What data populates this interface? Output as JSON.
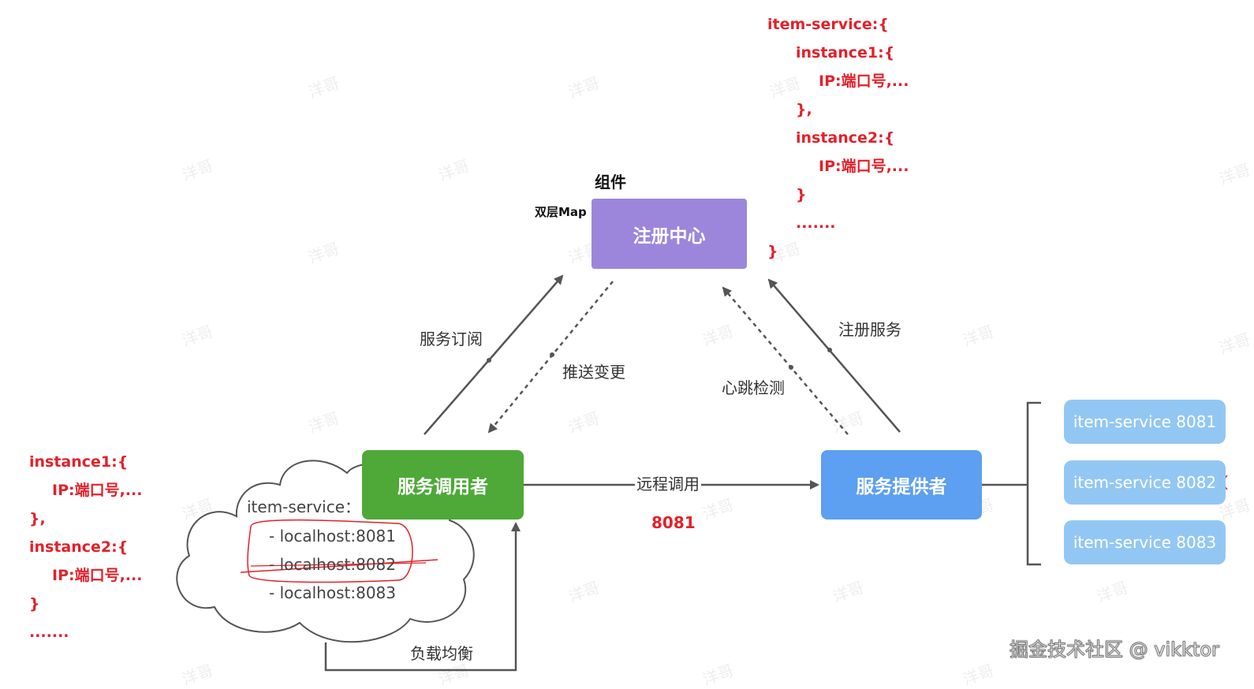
{
  "components": {
    "registry": "注册中心",
    "consumer": "服务调用者",
    "provider": "服务提供者"
  },
  "component_heading": "组件",
  "registry_note": "双层Map",
  "edges": {
    "subscribe": "服务订阅",
    "push_change": "推送变更",
    "heartbeat": "心跳检测",
    "register": "注册服务",
    "remote_call": "远程调用",
    "remote_port": "8081",
    "load_balance": "负载均衡"
  },
  "instances": [
    {
      "label": "item-service 8081"
    },
    {
      "label": "item-service 8082"
    },
    {
      "label": "item-service 8083"
    }
  ],
  "cloud": {
    "title": "item-service：",
    "hosts": [
      "- localhost:8081",
      "- localhost:8082",
      "- localhost:8083"
    ]
  },
  "registry_map_lines": [
    "item-service:{",
    "instance1:{",
    "IP:端口号,...",
    "},",
    "instance2:{",
    "IP:端口号,...",
    "}",
    ".......",
    "}"
  ],
  "consumer_map_lines": [
    "instance1:{",
    "IP:端口号,...",
    "},",
    "instance2:{",
    "IP:端口号,...",
    "}",
    "......."
  ],
  "footer": "掘金技术社区 @ vikktor",
  "watermark": "洋哥",
  "colors": {
    "registry": "#9b86dc",
    "consumer": "#4ea938",
    "provider": "#5d9ff0",
    "instance": "#93c7f3",
    "annotation": "#e3202a"
  }
}
